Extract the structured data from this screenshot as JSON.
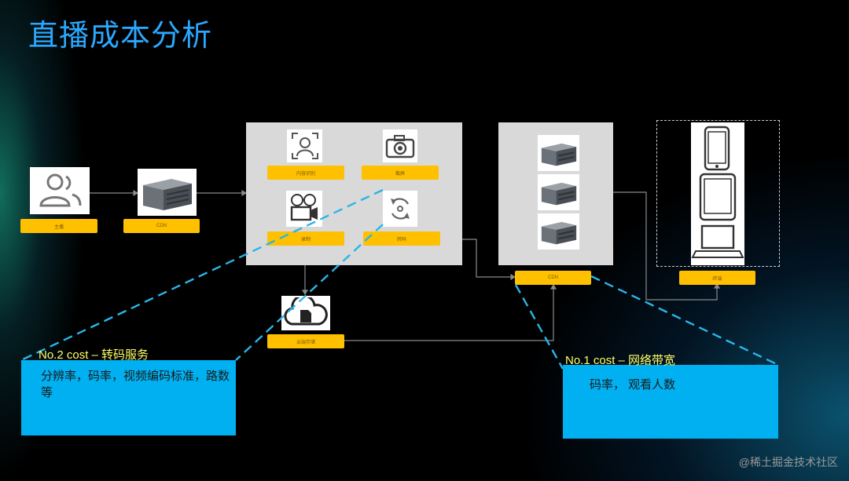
{
  "title": "直播成本分析",
  "nodes": {
    "anchor_label": "主播",
    "cdn_left_label": "CDN",
    "face_label": "内容识别",
    "snapshot_label": "截屏",
    "record_label": "录制",
    "transcode_label": "转码",
    "cdn_right_label": "CDN",
    "cloud_label": "云端存储",
    "devices_label": "终端"
  },
  "callouts": {
    "transcode": {
      "heading": "No.2 cost – 转码服务",
      "body": "分辨率，码率，视频编码标准，路数等"
    },
    "bandwidth": {
      "heading": "No.1 cost – 网络带宽",
      "body": "码率， 观看人数"
    }
  },
  "colors": {
    "title": "#2aa8ff",
    "tag": "#ffc000",
    "callout": "#00b0f0",
    "dashed_line": "#29b6e8",
    "panel": "#d9d9d9"
  },
  "watermark": "@稀土掘金技术社区"
}
